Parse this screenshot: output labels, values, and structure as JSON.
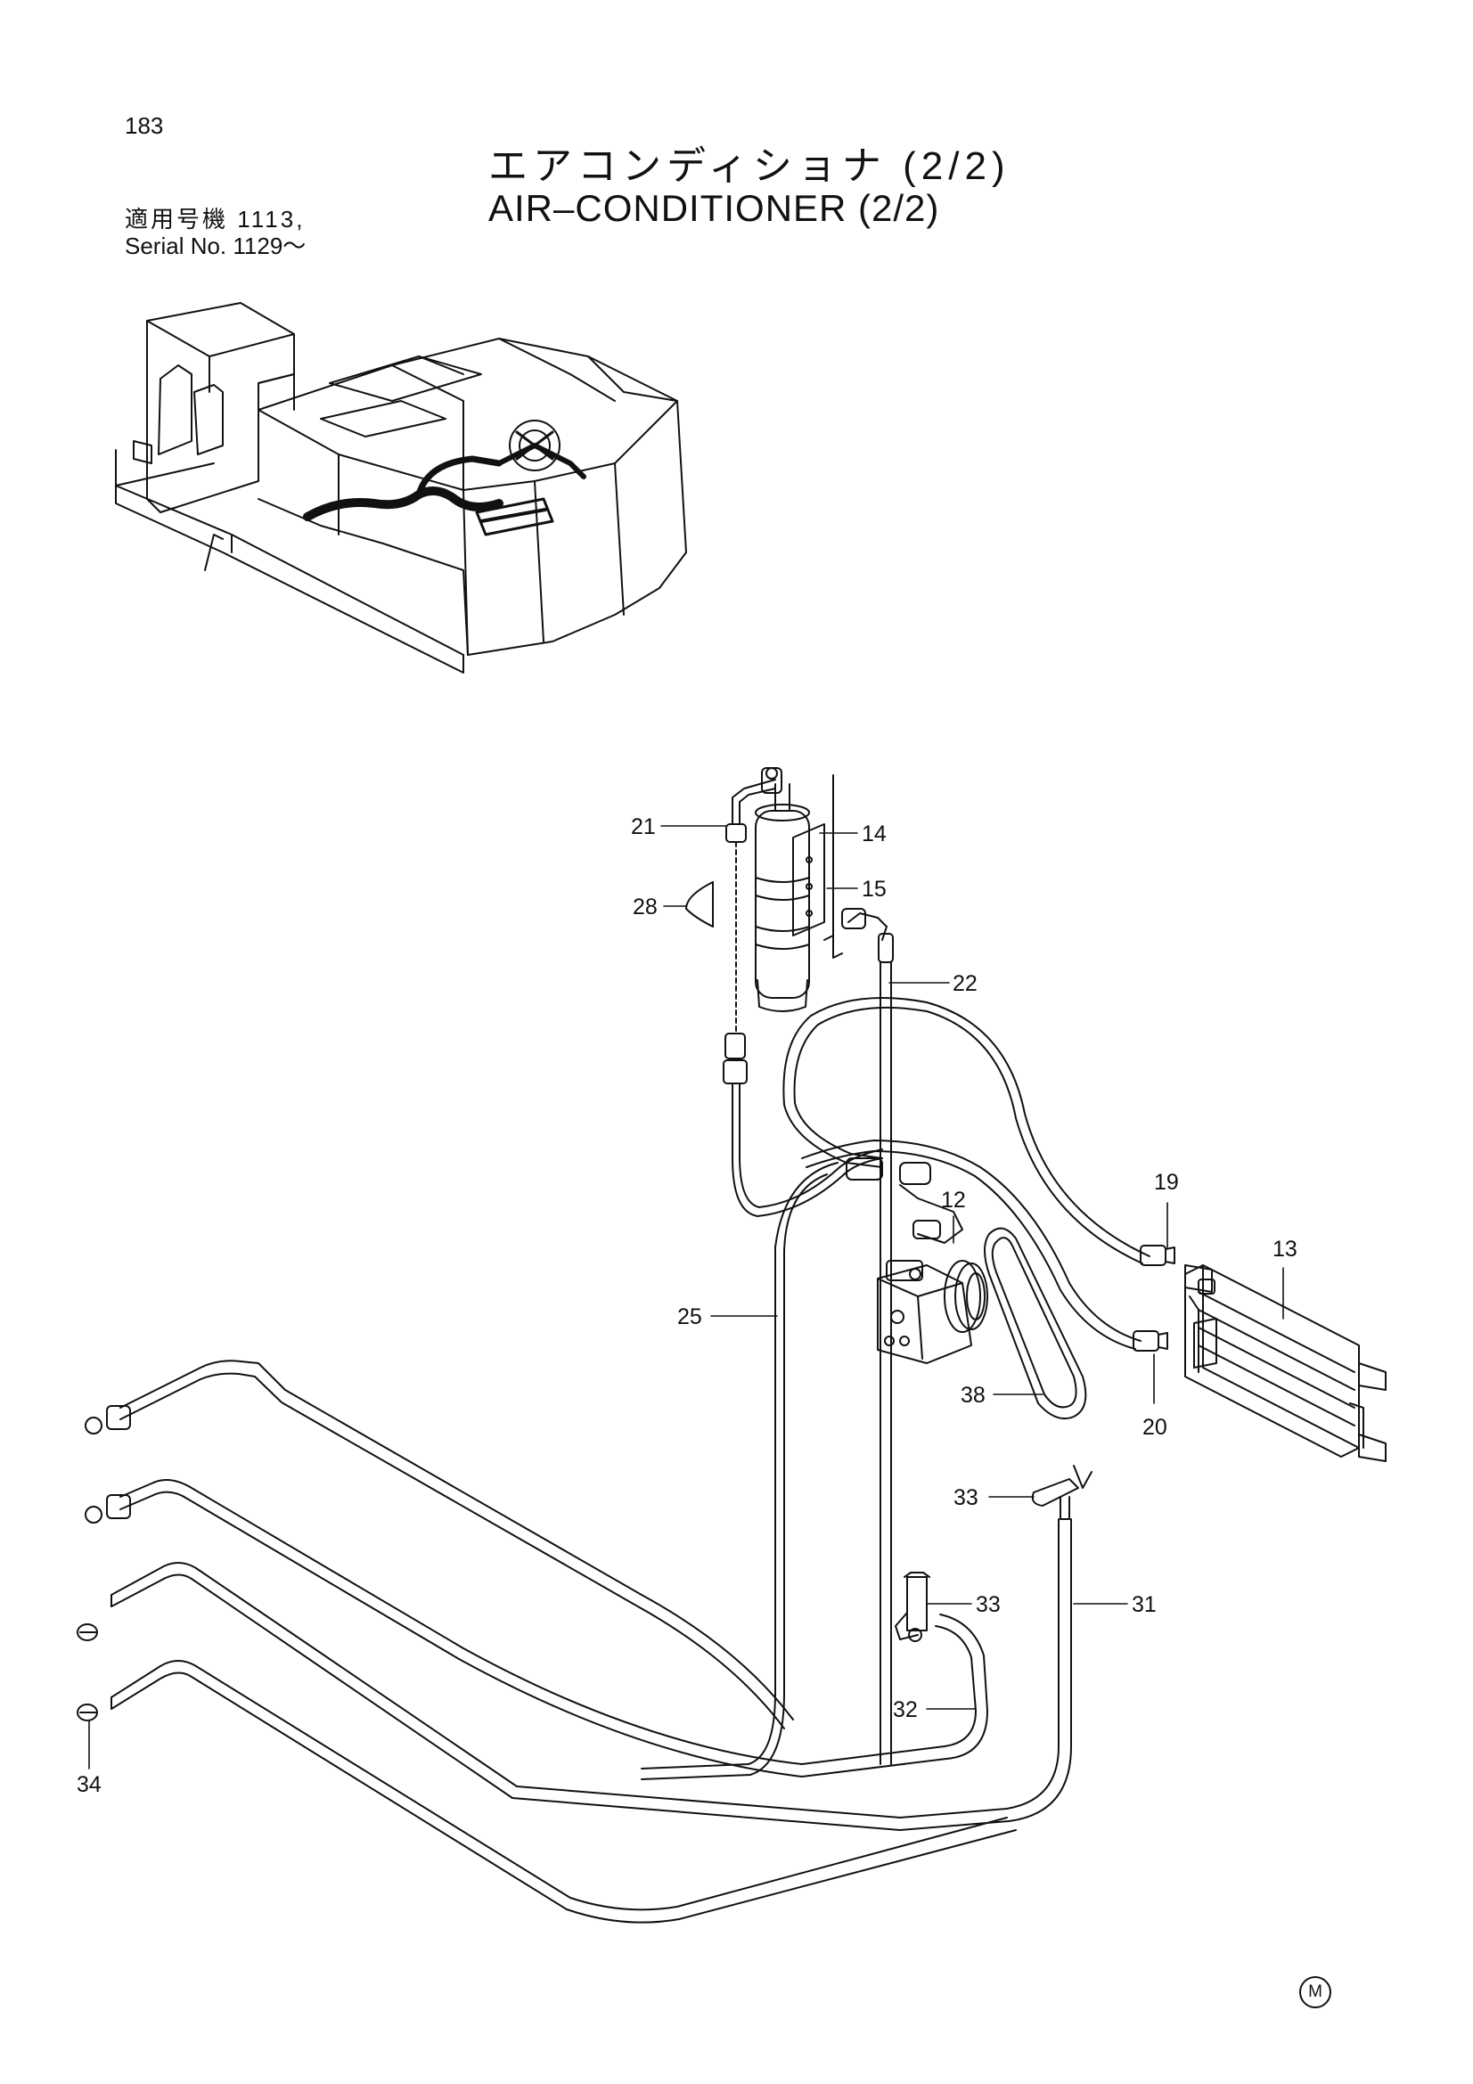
{
  "header": {
    "page_number": "183",
    "title_jp": "エアコンディショナ (2/2)",
    "title_en": "AIR–CONDITIONER (2/2)",
    "serial_jp": "適用号機  1113,",
    "serial_en": "Serial No.  1129～"
  },
  "callouts": {
    "c12": "12",
    "c13": "13",
    "c14": "14",
    "c15": "15",
    "c19": "19",
    "c20": "20",
    "c21": "21",
    "c22": "22",
    "c25": "25",
    "c28": "28",
    "c31": "31",
    "c32": "32",
    "c33a": "33",
    "c33b": "33",
    "c34": "34",
    "c38": "38"
  },
  "footer": {
    "mark": "M"
  }
}
